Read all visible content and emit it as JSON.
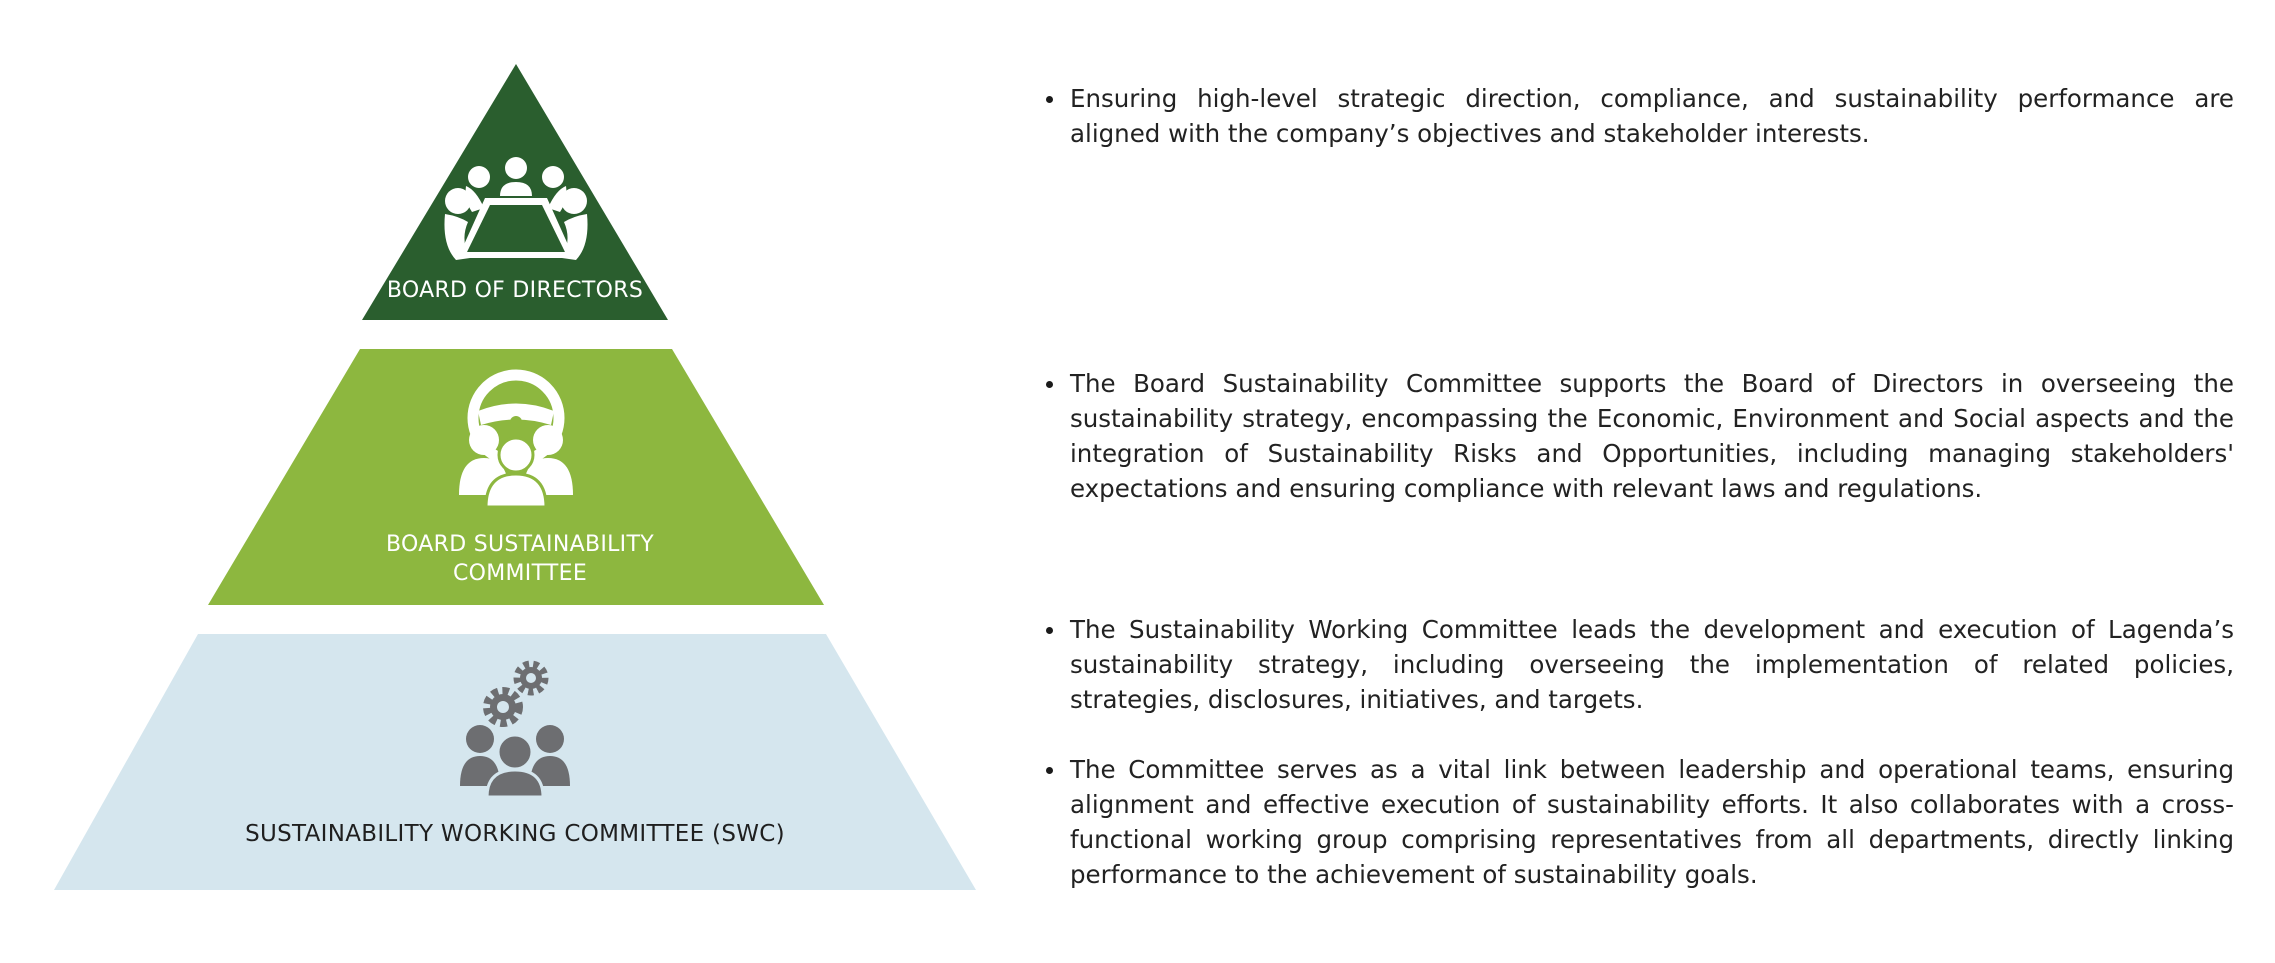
{
  "colors": {
    "board_tier": "#2a5e2e",
    "committee_tier": "#8db73f",
    "working_tier": "#d5e6ee",
    "icon_light": "#ffffff",
    "icon_dark": "#6d6e71"
  },
  "tiers": [
    {
      "label": "BOARD OF DIRECTORS",
      "icon": "boardroom-meeting-icon"
    },
    {
      "label_lines": [
        "BOARD SUSTAINABILITY",
        "COMMITTEE"
      ],
      "icon": "steering-wheel-team-icon"
    },
    {
      "label": "SUSTAINABILITY WORKING COMMITTEE (SWC)",
      "icon": "gears-team-icon"
    }
  ],
  "descriptions": {
    "board": [
      "Ensuring high-level strategic direction, compliance, and sustainability performance are aligned with the company’s objectives and stakeholder interests."
    ],
    "committee": [
      "The Board Sustainability Committee supports the Board of Directors in overseeing the sustainability strategy, encompassing the Economic, Environment and Social aspects and the integration of Sustainability Risks and Opportunities, including managing stakeholders' expectations and ensuring compliance with relevant laws and regulations."
    ],
    "working": [
      "The Sustainability Working Committee leads the development and execution of Lagenda’s sustainability strategy, including overseeing the implementation of related policies, strategies, disclosures, initiatives, and targets.",
      "The Committee serves as a vital link between leadership and operational teams, ensuring alignment and effective execution of sustainability efforts. It also collaborates with a cross-functional working group comprising representatives from all departments, directly linking performance to the achievement of sustainability goals."
    ]
  }
}
